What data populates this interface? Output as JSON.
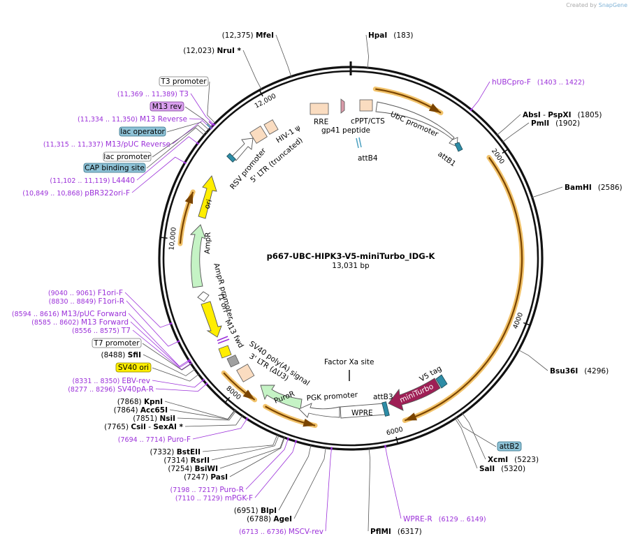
{
  "credit": {
    "prefix": "Created by",
    "brand": "SnapGene"
  },
  "plasmid": {
    "name": "p667-UBC-HIPK3-V5-miniTurbo_IDG-K",
    "size": "13,031 bp",
    "length": 13031
  },
  "colors": {
    "primer": "#9b30d9",
    "orf_outline": "#f2c36b",
    "orf_arrow": "#7a4400",
    "backbone": "#000000"
  },
  "ticks": [
    {
      "pos": 2000,
      "label": "2000"
    },
    {
      "pos": 4000,
      "label": "4000"
    },
    {
      "pos": 6000,
      "label": "6000"
    },
    {
      "pos": 8000,
      "label": "8000"
    },
    {
      "pos": 10000,
      "label": "10,000"
    },
    {
      "pos": 12000,
      "label": "12,000"
    }
  ],
  "sites_right": [
    {
      "name": "HpaI",
      "pos": "(183)",
      "bp": 183
    },
    {
      "name": "AbsI",
      "name2": "PspXI",
      "pos": "(1805)",
      "bp": 1805
    },
    {
      "name": "PmlI",
      "pos": "(1902)",
      "bp": 1902
    },
    {
      "name": "BamHI",
      "pos": "(2586)",
      "bp": 2586
    },
    {
      "name": "Bsu36I",
      "pos": "(4296)",
      "bp": 4296
    },
    {
      "name": "XcmI",
      "pos": "(5223)",
      "bp": 5223
    },
    {
      "name": "SalI",
      "pos": "(5320)",
      "bp": 5320
    },
    {
      "name": "PflMI",
      "pos": "(6317)",
      "bp": 6317
    }
  ],
  "sites_left": [
    {
      "name": "MfeI",
      "pos": "(12,375)",
      "bp": 12375
    },
    {
      "name": "NruI *",
      "pos": "(12,023)",
      "bp": 12023
    },
    {
      "name": "SfiI",
      "pos": "(8488)",
      "bp": 8488
    },
    {
      "name": "KpnI",
      "pos": "(7868)",
      "bp": 7868
    },
    {
      "name": "Acc65I",
      "pos": "(7864)",
      "bp": 7864
    },
    {
      "name": "NsiI",
      "pos": "(7851)",
      "bp": 7851
    },
    {
      "name": "CsiI",
      "name2": "SexAI *",
      "pos": "(7765)",
      "bp": 7765
    },
    {
      "name": "BstEII",
      "pos": "(7332)",
      "bp": 7332
    },
    {
      "name": "RsrII",
      "pos": "(7314)",
      "bp": 7314
    },
    {
      "name": "BsiWI",
      "pos": "(7254)",
      "bp": 7254
    },
    {
      "name": "PasI",
      "pos": "(7247)",
      "bp": 7247
    },
    {
      "name": "BlpI",
      "pos": "(6951)",
      "bp": 6951
    },
    {
      "name": "AgeI",
      "pos": "(6788)",
      "bp": 6788
    }
  ],
  "primers_right": [
    {
      "name": "hUBCpro-F",
      "pos": "(1403 .. 1422)",
      "bp": 1412
    },
    {
      "name": "WPRE-R",
      "pos": "(6129 .. 6149)",
      "bp": 6139
    }
  ],
  "primers_left": [
    {
      "name": "T3",
      "pos": "(11,369 .. 11,389)",
      "bp": 11379
    },
    {
      "name": "M13 Reverse",
      "pos": "(11,334 .. 11,350)",
      "bp": 11342
    },
    {
      "name": "M13/pUC Reverse",
      "pos": "(11,315 .. 11,337)",
      "bp": 11326
    },
    {
      "name": "L4440",
      "pos": "(11,102 .. 11,119)",
      "bp": 11110
    },
    {
      "name": "pBR322ori-F",
      "pos": "(10,849 .. 10,868)",
      "bp": 10858
    },
    {
      "name": "F1ori-F",
      "pos": "(9040 .. 9061)",
      "bp": 9050
    },
    {
      "name": "F1ori-R",
      "pos": "(8830 .. 8849)",
      "bp": 8840
    },
    {
      "name": "M13/pUC Forward",
      "pos": "(8594 .. 8616)",
      "bp": 8605
    },
    {
      "name": "M13 Forward",
      "pos": "(8585 .. 8602)",
      "bp": 8593
    },
    {
      "name": "T7",
      "pos": "(8556 .. 8575)",
      "bp": 8565
    },
    {
      "name": "EBV-rev",
      "pos": "(8331 .. 8350)",
      "bp": 8340
    },
    {
      "name": "SV40pA-R",
      "pos": "(8277 .. 8296)",
      "bp": 8286
    },
    {
      "name": "Puro-F",
      "pos": "(7694 .. 7714)",
      "bp": 7704
    },
    {
      "name": "Puro-R",
      "pos": "(7198 .. 7217)",
      "bp": 7207
    },
    {
      "name": "mPGK-F",
      "pos": "(7110 .. 7129)",
      "bp": 7119
    },
    {
      "name": "MSCV-rev",
      "pos": "(6713 .. 6736)",
      "bp": 6724
    }
  ],
  "boxed_left": [
    {
      "label": "T3 promoter",
      "style": "white",
      "bp": 11400
    },
    {
      "label": "M13 rev",
      "style": "purple",
      "bp": 11342
    },
    {
      "label": "lac operator",
      "style": "blue",
      "bp": 11300
    },
    {
      "label": "lac promoter",
      "style": "white",
      "bp": 11260
    },
    {
      "label": "CAP binding site",
      "style": "blue",
      "bp": 11225
    },
    {
      "label": "T7 promoter",
      "style": "white",
      "bp": 8560
    },
    {
      "label": "SV40 ori",
      "style": "yellow",
      "bp": 8420
    }
  ],
  "boxed_right": [
    {
      "label": "attB2",
      "style": "blue",
      "bp": 5300
    }
  ],
  "orf_arcs": [
    {
      "start": 300,
      "end": 1150,
      "dir": 1
    },
    {
      "start": 1950,
      "end": 5850,
      "dir": 1
    },
    {
      "start": 6950,
      "end": 7600,
      "dir": -1
    },
    {
      "start": 7750,
      "end": 8250,
      "dir": -1
    },
    {
      "start": 9950,
      "end": 10600,
      "dir": 1
    }
  ],
  "inner_labels": [
    {
      "text": "RRE"
    },
    {
      "text": "gp41 peptide"
    },
    {
      "text": "cPPT/CTS"
    },
    {
      "text": "UbC promoter"
    },
    {
      "text": "attB1"
    },
    {
      "text": "attB4"
    },
    {
      "text": "HIV-1 ψ"
    },
    {
      "text": "RSV promoter"
    },
    {
      "text": "5' LTR (truncated)"
    },
    {
      "text": "ori"
    },
    {
      "text": "AmpR"
    },
    {
      "text": "AmpR promoter"
    },
    {
      "text": "f1 ori"
    },
    {
      "text": "M13 fwd"
    },
    {
      "text": "SV40 poly(A) signal"
    },
    {
      "text": "3' LTR (ΔU3)"
    },
    {
      "text": "PuroR"
    },
    {
      "text": "PGK promoter"
    },
    {
      "text": "WPRE"
    },
    {
      "text": "attB3"
    },
    {
      "text": "miniTurbo"
    },
    {
      "text": "V5 tag"
    },
    {
      "text": "Factor Xa site"
    }
  ]
}
